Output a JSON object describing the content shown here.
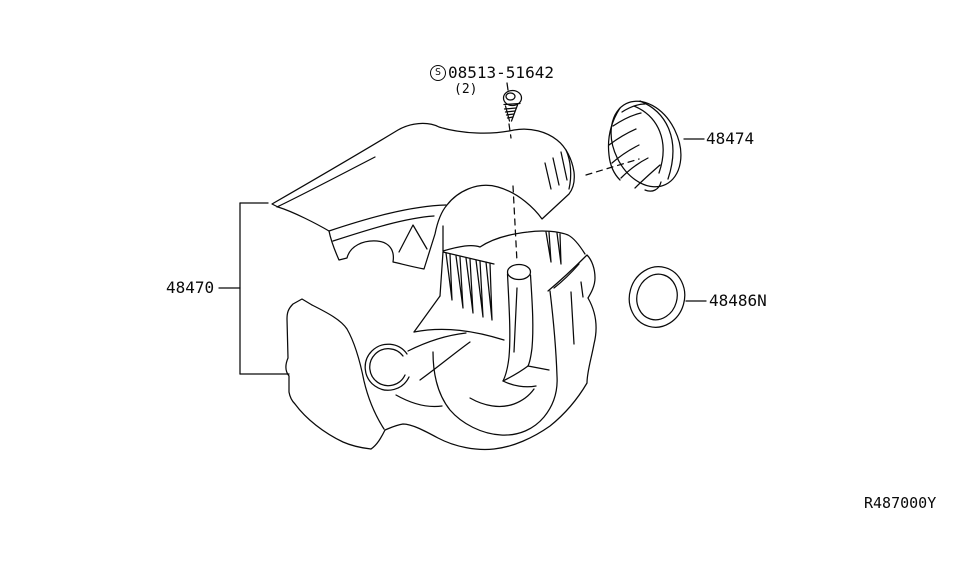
{
  "diagram": {
    "background_color": "#ffffff",
    "line_color": "#0a0a0a",
    "drawing_ref": "R487000Y",
    "callouts": {
      "screw": {
        "symbol": "S",
        "part_number": "08513-51642",
        "quantity": "(2)"
      },
      "cover_assembly": {
        "part_number": "48470"
      },
      "cap": {
        "part_number": "48474"
      },
      "ring": {
        "part_number": "48486N"
      }
    }
  }
}
